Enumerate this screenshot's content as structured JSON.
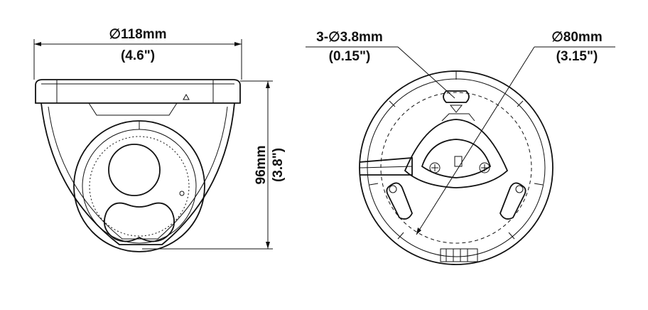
{
  "front_view": {
    "width_dim": "∅118mm",
    "width_inch": "(4.6\")",
    "height_dim": "96mm",
    "height_inch": "(3.8\")"
  },
  "bottom_view": {
    "holes_dim": "3-∅3.8mm",
    "holes_inch": "(0.15\")",
    "circle_dim": "∅80mm",
    "circle_inch": "(3.15\")"
  },
  "colors": {
    "line": "#111111",
    "background": "#ffffff"
  }
}
